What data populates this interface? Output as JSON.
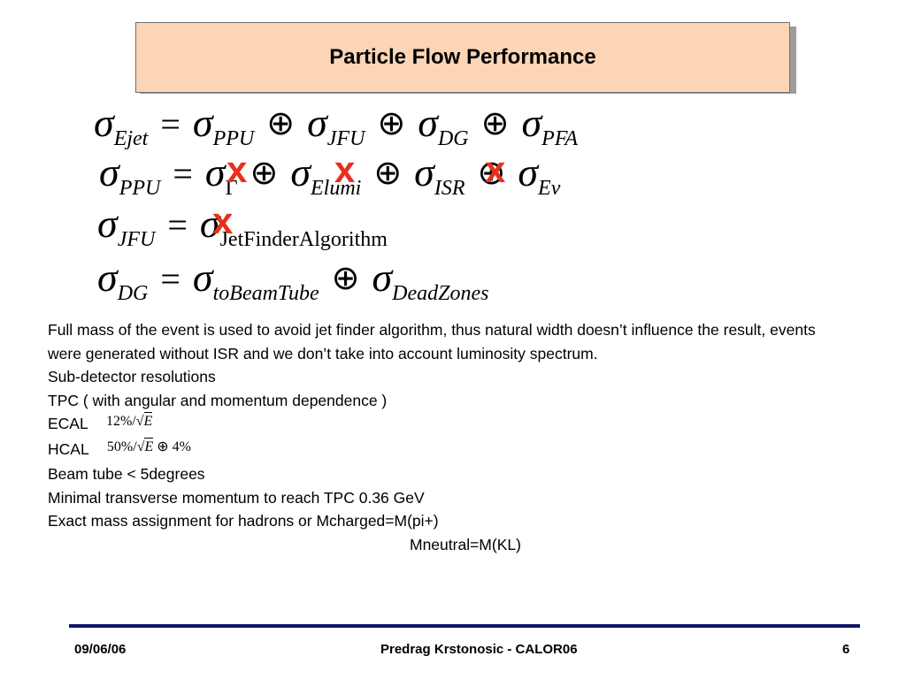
{
  "slide": {
    "title": "Particle Flow Performance"
  },
  "formulas": {
    "sigma": "σ",
    "eq": "=",
    "oplus": "⊕",
    "line1": {
      "lhs_sub": "Ejet",
      "terms": [
        "PPU",
        "JFU",
        "DG",
        "PFA"
      ]
    },
    "line2": {
      "lhs_sub": "PPU",
      "terms": [
        "Γ",
        "Elumi",
        "ISR",
        "Eν"
      ],
      "crossed_terms": [
        "Γ",
        "Elumi",
        "ISR"
      ]
    },
    "line3": {
      "lhs_sub": "JFU",
      "term": "JetFinderAlgorithm",
      "crossed": true
    },
    "line4": {
      "lhs_sub": "DG",
      "terms": [
        "toBeamTube",
        "DeadZones"
      ]
    },
    "cross_mark": "x"
  },
  "body": {
    "paragraph1": "Full mass of the event is used to avoid  jet finder algorithm, thus natural width doesn’t influence the result, events were generated without ISR and we don’t take into account luminosity spectrum.",
    "line_subdetector": "Sub-detector resolutions",
    "line_tpc": "TPC ( with angular and momentum dependence )",
    "ecal_label": "ECAL",
    "ecal_formula": {
      "percent": "12%",
      "slash": "/",
      "sqrt": "√",
      "E": "E"
    },
    "hcal_label": "HCAL",
    "hcal_formula": {
      "percent": "50%",
      "slash": "/",
      "sqrt": "√",
      "E": "E",
      "oplus": "⊕",
      "constant": "4%"
    },
    "line_beamtube": "Beam tube < 5degrees",
    "line_minimal": "Minimal transverse momentum to reach TPC 0.36 GeV",
    "line_exact": "Exact mass assignment  for hadrons or  Mcharged=M(pi+)",
    "line_mneutral": "Mneutral=M(KL)"
  },
  "footer": {
    "date": "09/06/06",
    "author": "Predrag Krstonosic -  CALOR06",
    "page": "6"
  },
  "colors": {
    "title_bg": "#fbd5b5",
    "cross_mark": "#e8301a",
    "footer_line": "#0f1569"
  }
}
